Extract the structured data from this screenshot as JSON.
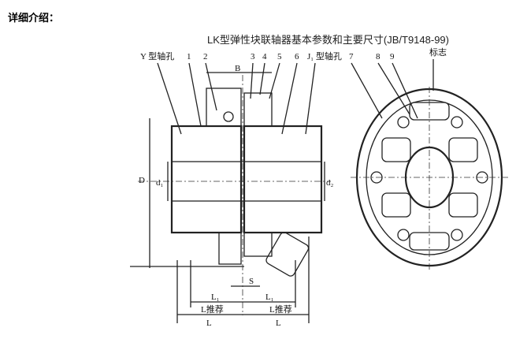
{
  "header": {
    "title": "详细介绍："
  },
  "figure": {
    "title": "LK型弹性块联轴器基本参数和主要尺寸(JB/T9148-99)",
    "labels": {
      "y_bore": "Y 型轴孔",
      "j1_bore": "J₁ 型轴孔",
      "mark": "标志",
      "B": "B",
      "D": "D",
      "d1": "d₁",
      "d2": "d₂",
      "S": "S",
      "L1_left": "L₁",
      "L1_right": "L₁",
      "Lrec_left": "L推荐",
      "Lrec_right": "L推荐",
      "L_left": "L",
      "L_right": "L"
    },
    "part_numbers": [
      "1",
      "2",
      "3",
      "4",
      "5",
      "6",
      "7",
      "8",
      "9"
    ]
  }
}
